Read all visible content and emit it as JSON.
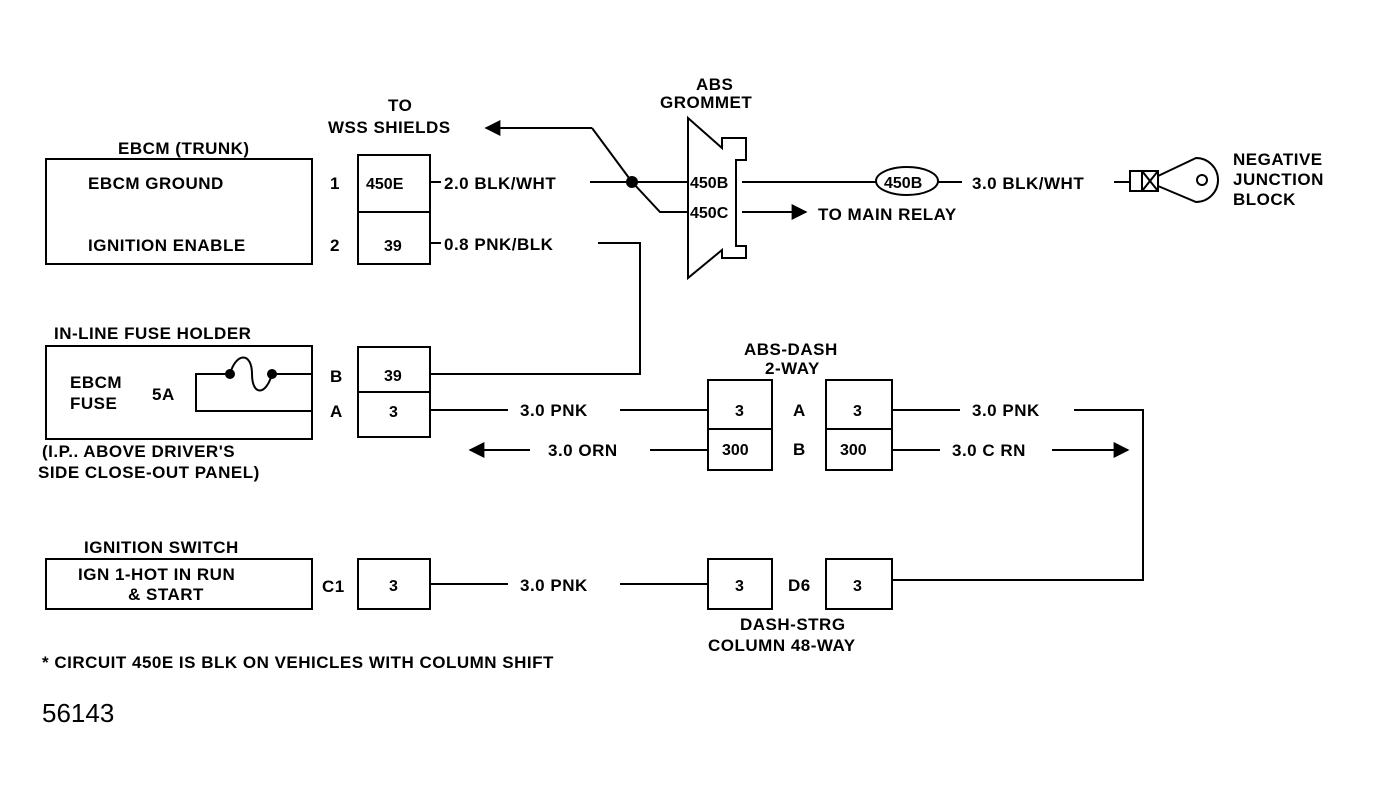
{
  "ebcm": {
    "title": "EBCM (TRUNK)",
    "ground_label": "EBCM GROUND",
    "ignition_label": "IGNITION ENABLE",
    "pin1": "1",
    "pin2": "2",
    "conn_1": "450E",
    "conn_2": "39",
    "wire_1": "2.0 BLK/WHT",
    "wire_2": "0.8 PNK/BLK"
  },
  "wss": {
    "line1": "TO",
    "line2": "WSS SHIELDS"
  },
  "grommet": {
    "line1": "ABS",
    "line2": "GROMMET",
    "pin_450b": "450B",
    "pin_450c": "450C",
    "oval": "450B",
    "wire_neg": "3.0 BLK/WHT",
    "main_relay": "TO MAIN RELAY"
  },
  "negative": {
    "line1": "NEGATIVE",
    "line2": "JUNCTION",
    "line3": "BLOCK"
  },
  "fuse": {
    "title": "IN-LINE FUSE HOLDER",
    "name1": "EBCM",
    "name2": "FUSE",
    "rating": "5A",
    "pin_b": "B",
    "pin_a": "A",
    "conn_b": "39",
    "conn_a": "3",
    "note1": "(I.P.. ABOVE DRIVER'S",
    "note2": "SIDE CLOSE-OUT PANEL)"
  },
  "abs_dash": {
    "line1": "ABS-DASH",
    "line2": "2-WAY",
    "left_a": "3",
    "left_b": "300",
    "pin_a": "A",
    "pin_b": "B",
    "right_a": "3",
    "right_b": "300",
    "wire_in_pnk": "3.0 PNK",
    "wire_in_orn": "3.0 ORN",
    "wire_out_pnk": "3.0 PNK",
    "wire_out_orn": "3.0 C RN"
  },
  "ignition": {
    "title": "IGNITION SWITCH",
    "line1": "IGN 1-HOT IN RUN",
    "line2": "& START",
    "pin": "C1",
    "conn": "3",
    "wire": "3.0 PNK"
  },
  "dash_strg": {
    "left": "3",
    "pin": "D6",
    "right": "3",
    "line1": "DASH-STRG",
    "line2": "COLUMN 48-WAY"
  },
  "footnote": "* CIRCUIT 450E IS BLK ON VEHICLES WITH COLUMN SHIFT",
  "figure_number": "56143"
}
